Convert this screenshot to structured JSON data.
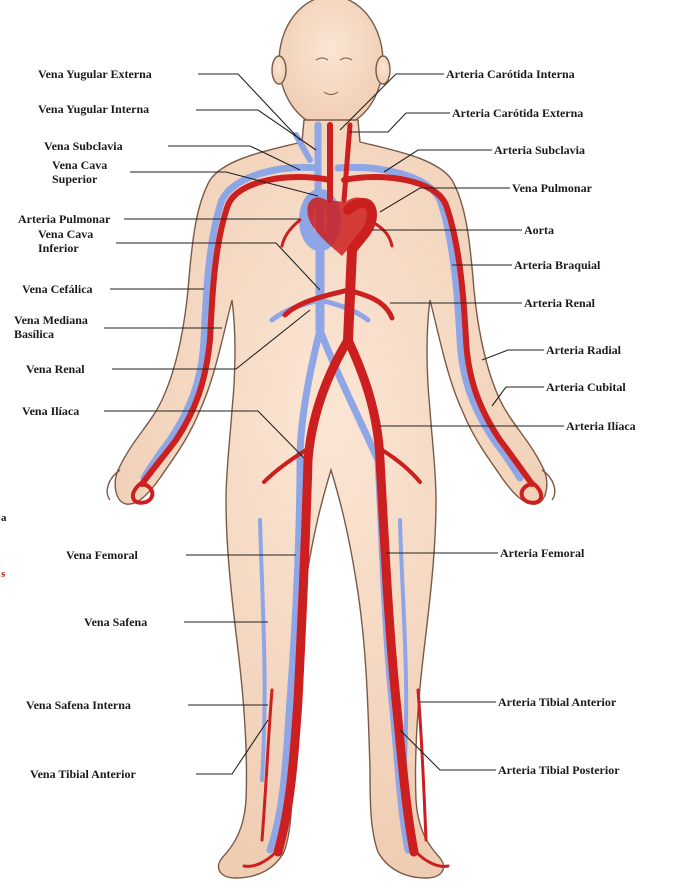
{
  "colors": {
    "skin": "#f6dcc6",
    "skin_outline": "#7a5a48",
    "artery": "#cc1f1f",
    "vein": "#8fa6e6",
    "leader": "#222222"
  },
  "labels_left": [
    {
      "id": "vena-yugular-externa",
      "text": "Vena Yugular Externa"
    },
    {
      "id": "vena-yugular-interna",
      "text": "Vena Yugular Interna"
    },
    {
      "id": "vena-subclavia",
      "text": "Vena Subclavia"
    },
    {
      "id": "vena-cava-superior",
      "text": "Vena Cava Superior"
    },
    {
      "id": "arteria-pulmonar",
      "text": "Arteria Pulmonar"
    },
    {
      "id": "vena-cava-inferior",
      "text": "Vena Cava Inferior"
    },
    {
      "id": "vena-cefalica",
      "text": "Vena Cefálica"
    },
    {
      "id": "vena-mediana-basilica",
      "text": "Vena Mediana Basílica"
    },
    {
      "id": "vena-renal",
      "text": "Vena Renal"
    },
    {
      "id": "vena-iliaca",
      "text": "Vena Ilíaca"
    },
    {
      "id": "vena-femoral",
      "text": "Vena Femoral"
    },
    {
      "id": "vena-safena",
      "text": "Vena Safena"
    },
    {
      "id": "vena-safena-interna",
      "text": "Vena Safena Interna"
    },
    {
      "id": "vena-tibial-anterior",
      "text": "Vena Tibial Anterior"
    }
  ],
  "labels_right": [
    {
      "id": "arteria-carotida-interna",
      "text": "Arteria Carótida Interna"
    },
    {
      "id": "arteria-carotida-externa",
      "text": "Arteria Carótida Externa"
    },
    {
      "id": "arteria-subclavia",
      "text": "Arteria Subclavia"
    },
    {
      "id": "vena-pulmonar",
      "text": "Vena Pulmonar"
    },
    {
      "id": "aorta",
      "text": "Aorta"
    },
    {
      "id": "arteria-braquial",
      "text": "Arteria Braquial"
    },
    {
      "id": "arteria-renal",
      "text": "Arteria Renal"
    },
    {
      "id": "arteria-radial",
      "text": "Arteria Radial"
    },
    {
      "id": "arteria-cubital",
      "text": "Arteria Cubital"
    },
    {
      "id": "arteria-iliaca",
      "text": "Arteria Ilíaca"
    },
    {
      "id": "arteria-femoral",
      "text": "Arteria Femoral"
    },
    {
      "id": "arteria-tibial-anterior",
      "text": "Arteria Tibial Anterior"
    },
    {
      "id": "arteria-tibial-posterior",
      "text": "Arteria Tibial Posterior"
    }
  ],
  "edge_fragments": [
    {
      "id": "frag-a",
      "text": "a"
    },
    {
      "id": "frag-s",
      "text": "s"
    }
  ]
}
